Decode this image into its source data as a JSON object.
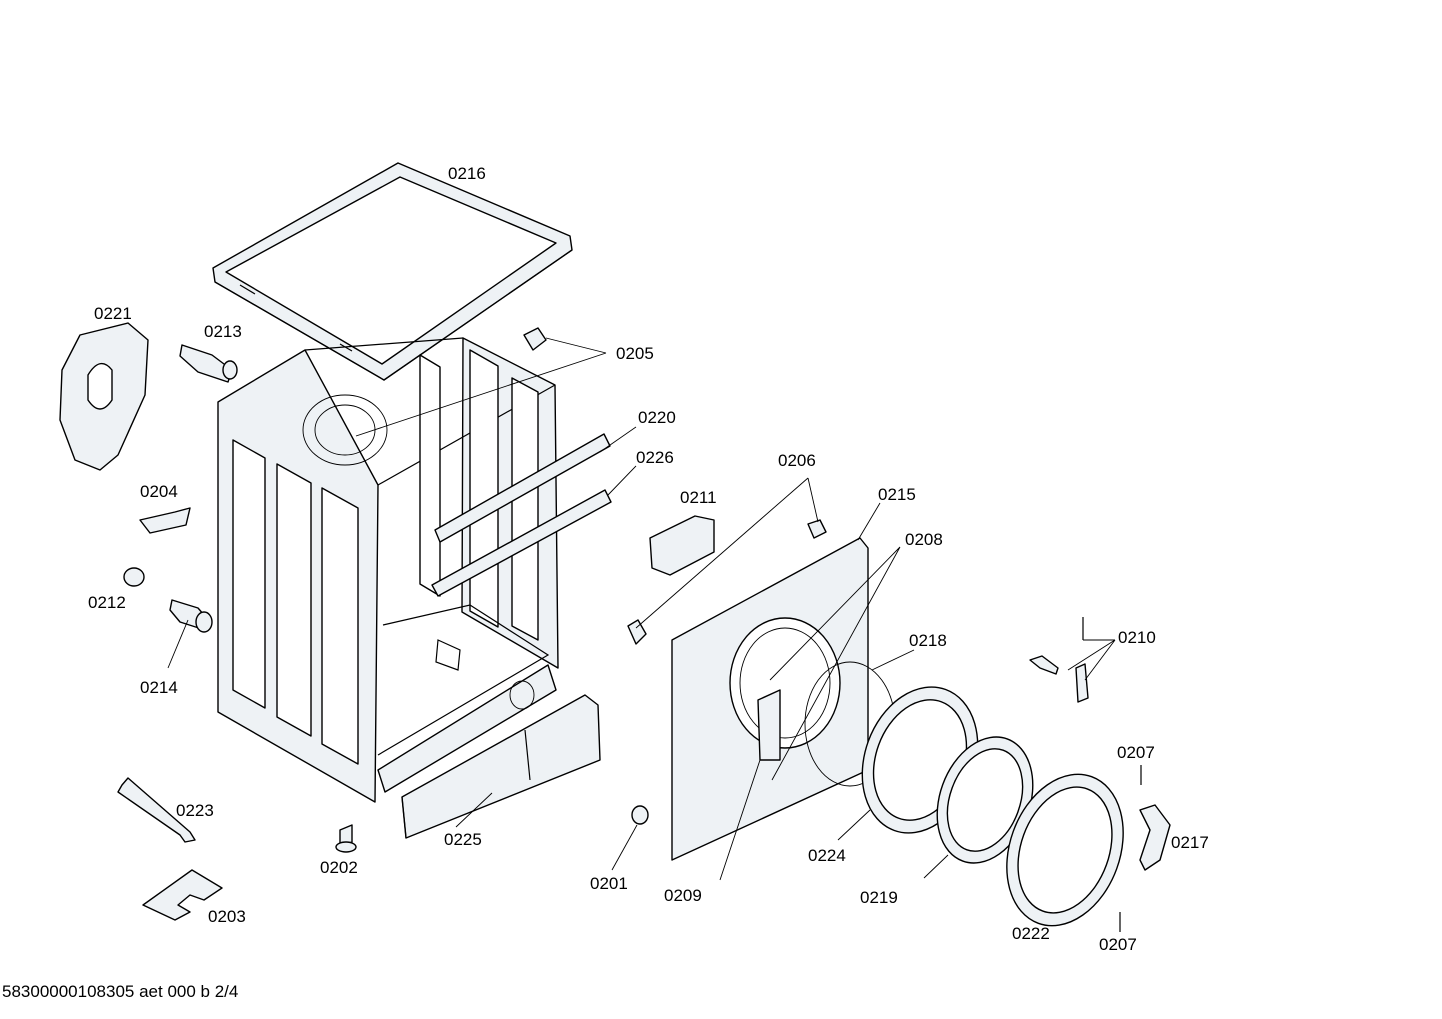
{
  "diagram": {
    "footer": "58300000108305 aet 000 b 2/4",
    "callouts": [
      {
        "id": "0216",
        "label": "0216"
      },
      {
        "id": "0221",
        "label": "0221"
      },
      {
        "id": "0213",
        "label": "0213"
      },
      {
        "id": "0205",
        "label": "0205"
      },
      {
        "id": "0220",
        "label": "0220"
      },
      {
        "id": "0226",
        "label": "0226"
      },
      {
        "id": "0206",
        "label": "0206"
      },
      {
        "id": "0211",
        "label": "0211"
      },
      {
        "id": "0215",
        "label": "0215"
      },
      {
        "id": "0208",
        "label": "0208"
      },
      {
        "id": "0204",
        "label": "0204"
      },
      {
        "id": "0212",
        "label": "0212"
      },
      {
        "id": "0214",
        "label": "0214"
      },
      {
        "id": "0218",
        "label": "0218"
      },
      {
        "id": "0210",
        "label": "0210"
      },
      {
        "id": "0223",
        "label": "0223"
      },
      {
        "id": "0202",
        "label": "0202"
      },
      {
        "id": "0225",
        "label": "0225"
      },
      {
        "id": "0203",
        "label": "0203"
      },
      {
        "id": "0201",
        "label": "0201"
      },
      {
        "id": "0209",
        "label": "0209"
      },
      {
        "id": "0224",
        "label": "0224"
      },
      {
        "id": "0219",
        "label": "0219"
      },
      {
        "id": "0222",
        "label": "0222"
      },
      {
        "id": "0207a",
        "label": "0207"
      },
      {
        "id": "0207b",
        "label": "0207"
      },
      {
        "id": "0217",
        "label": "0217"
      }
    ]
  }
}
